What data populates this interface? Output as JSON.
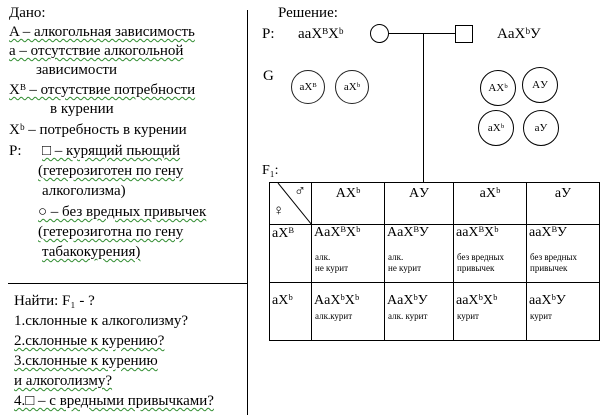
{
  "left": {
    "given_title": "Дано:",
    "A": "A – алкогольная зависимость",
    "a1": "а – отсутствие алкогольной",
    "a2": "зависимости",
    "XB_1": "Xᴮ – отсутствие потребности",
    "XB_2": "в курении",
    "Xb": "Xᵇ – потребность в курении",
    "P_label": "P:",
    "P_male1": "□ – курящий пьющий",
    "P_male2": "(гетерозиготен по гену",
    "P_male3": "алкоголизма)",
    "P_female1": "○ – без вредных привычек",
    "P_female2": "(гетерозиготна по гену",
    "P_female3": "табакокурения)",
    "find_title": "Найти:  F₁ - ?",
    "q1": "1.склонные к алкоголизму?",
    "q2": "2.склонные к курению?",
    "q3a": "3.склонные к курению",
    "q3b": " и алкоголизму?",
    "q4": "4.□ – с вредными привычками?"
  },
  "right": {
    "solution_title": "Решение:",
    "P_label": "P:",
    "female_genotype": "aaXᴮXᵇ",
    "male_genotype": "AaXᵇУ",
    "G_label": "G",
    "female_gametes": [
      "aXᴮ",
      "aXᵇ"
    ],
    "male_gametes": [
      "AXᵇ",
      "AУ",
      "aXᵇ",
      "aУ"
    ],
    "F1_label": "F₁:"
  },
  "punnett": {
    "male_symbol": "♂",
    "female_symbol": "♀",
    "col_headers": [
      "AXᵇ",
      "AУ",
      "aXᵇ",
      "aУ"
    ],
    "rows": [
      {
        "header": "aXᴮ",
        "cells": [
          {
            "genotype": "AaXᴮXᵇ",
            "note1": "алк.",
            "note2": "не курит"
          },
          {
            "genotype": "AaXᴮУ",
            "note1": "алк.",
            "note2": "не курит"
          },
          {
            "genotype": "aaXᴮXᵇ",
            "note1": "без вредных",
            "note2": "привычек"
          },
          {
            "genotype": "aaXᴮУ",
            "note1": "без вредных",
            "note2": "привычек"
          }
        ]
      },
      {
        "header": "aXᵇ",
        "cells": [
          {
            "genotype": "AaXᵇXᵇ",
            "note1": "алк.курит",
            "note2": ""
          },
          {
            "genotype": "AaXᵇУ",
            "note1": "алк. курит",
            "note2": ""
          },
          {
            "genotype": "aaXᵇXᵇ",
            "note1": "курит",
            "note2": ""
          },
          {
            "genotype": "aaXᵇУ",
            "note1": "курит",
            "note2": ""
          }
        ]
      }
    ]
  }
}
